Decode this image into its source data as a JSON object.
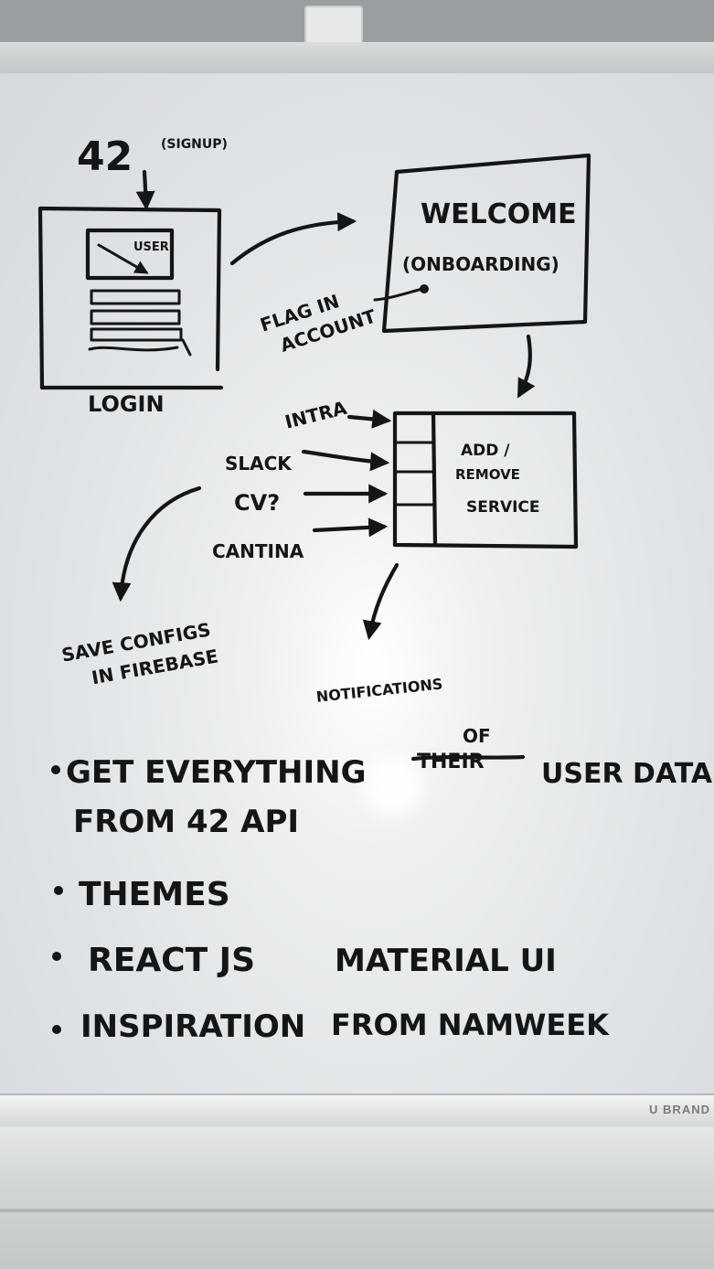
{
  "board_brand": "U BRAND",
  "nodes": {
    "top_number": "42",
    "top_note": "(SIGNUP)",
    "login_mini_label": "USER",
    "login": "LOGIN",
    "welcome_title": "WELCOME",
    "welcome_subtitle": "(ONBOARDING)",
    "flag_line1": "FLAG IN",
    "flag_line2": "ACCOUNT",
    "service_line1": "ADD /",
    "service_line2": "REMOVE",
    "service_line3": "SERVICE",
    "input_intra": "INTRA",
    "input_slack": "SLACK",
    "input_cv": "CV?",
    "input_cantina": "CANTINA",
    "save_line1": "SAVE CONFIGS",
    "save_line2": "IN FIREBASE",
    "notifications": "NOTIFICATIONS"
  },
  "notes": [
    {
      "text": "GET EVERYTHING",
      "insert": "OF",
      "struck": "THEIR",
      "tail": "USER DATA"
    },
    {
      "text": "FROM 42 API"
    },
    {
      "text": "THEMES"
    },
    {
      "text": "REACT JS",
      "tail": "MATERIAL UI"
    },
    {
      "text": "INSPIRATION",
      "tail": "FROM NAMWEEK"
    }
  ]
}
